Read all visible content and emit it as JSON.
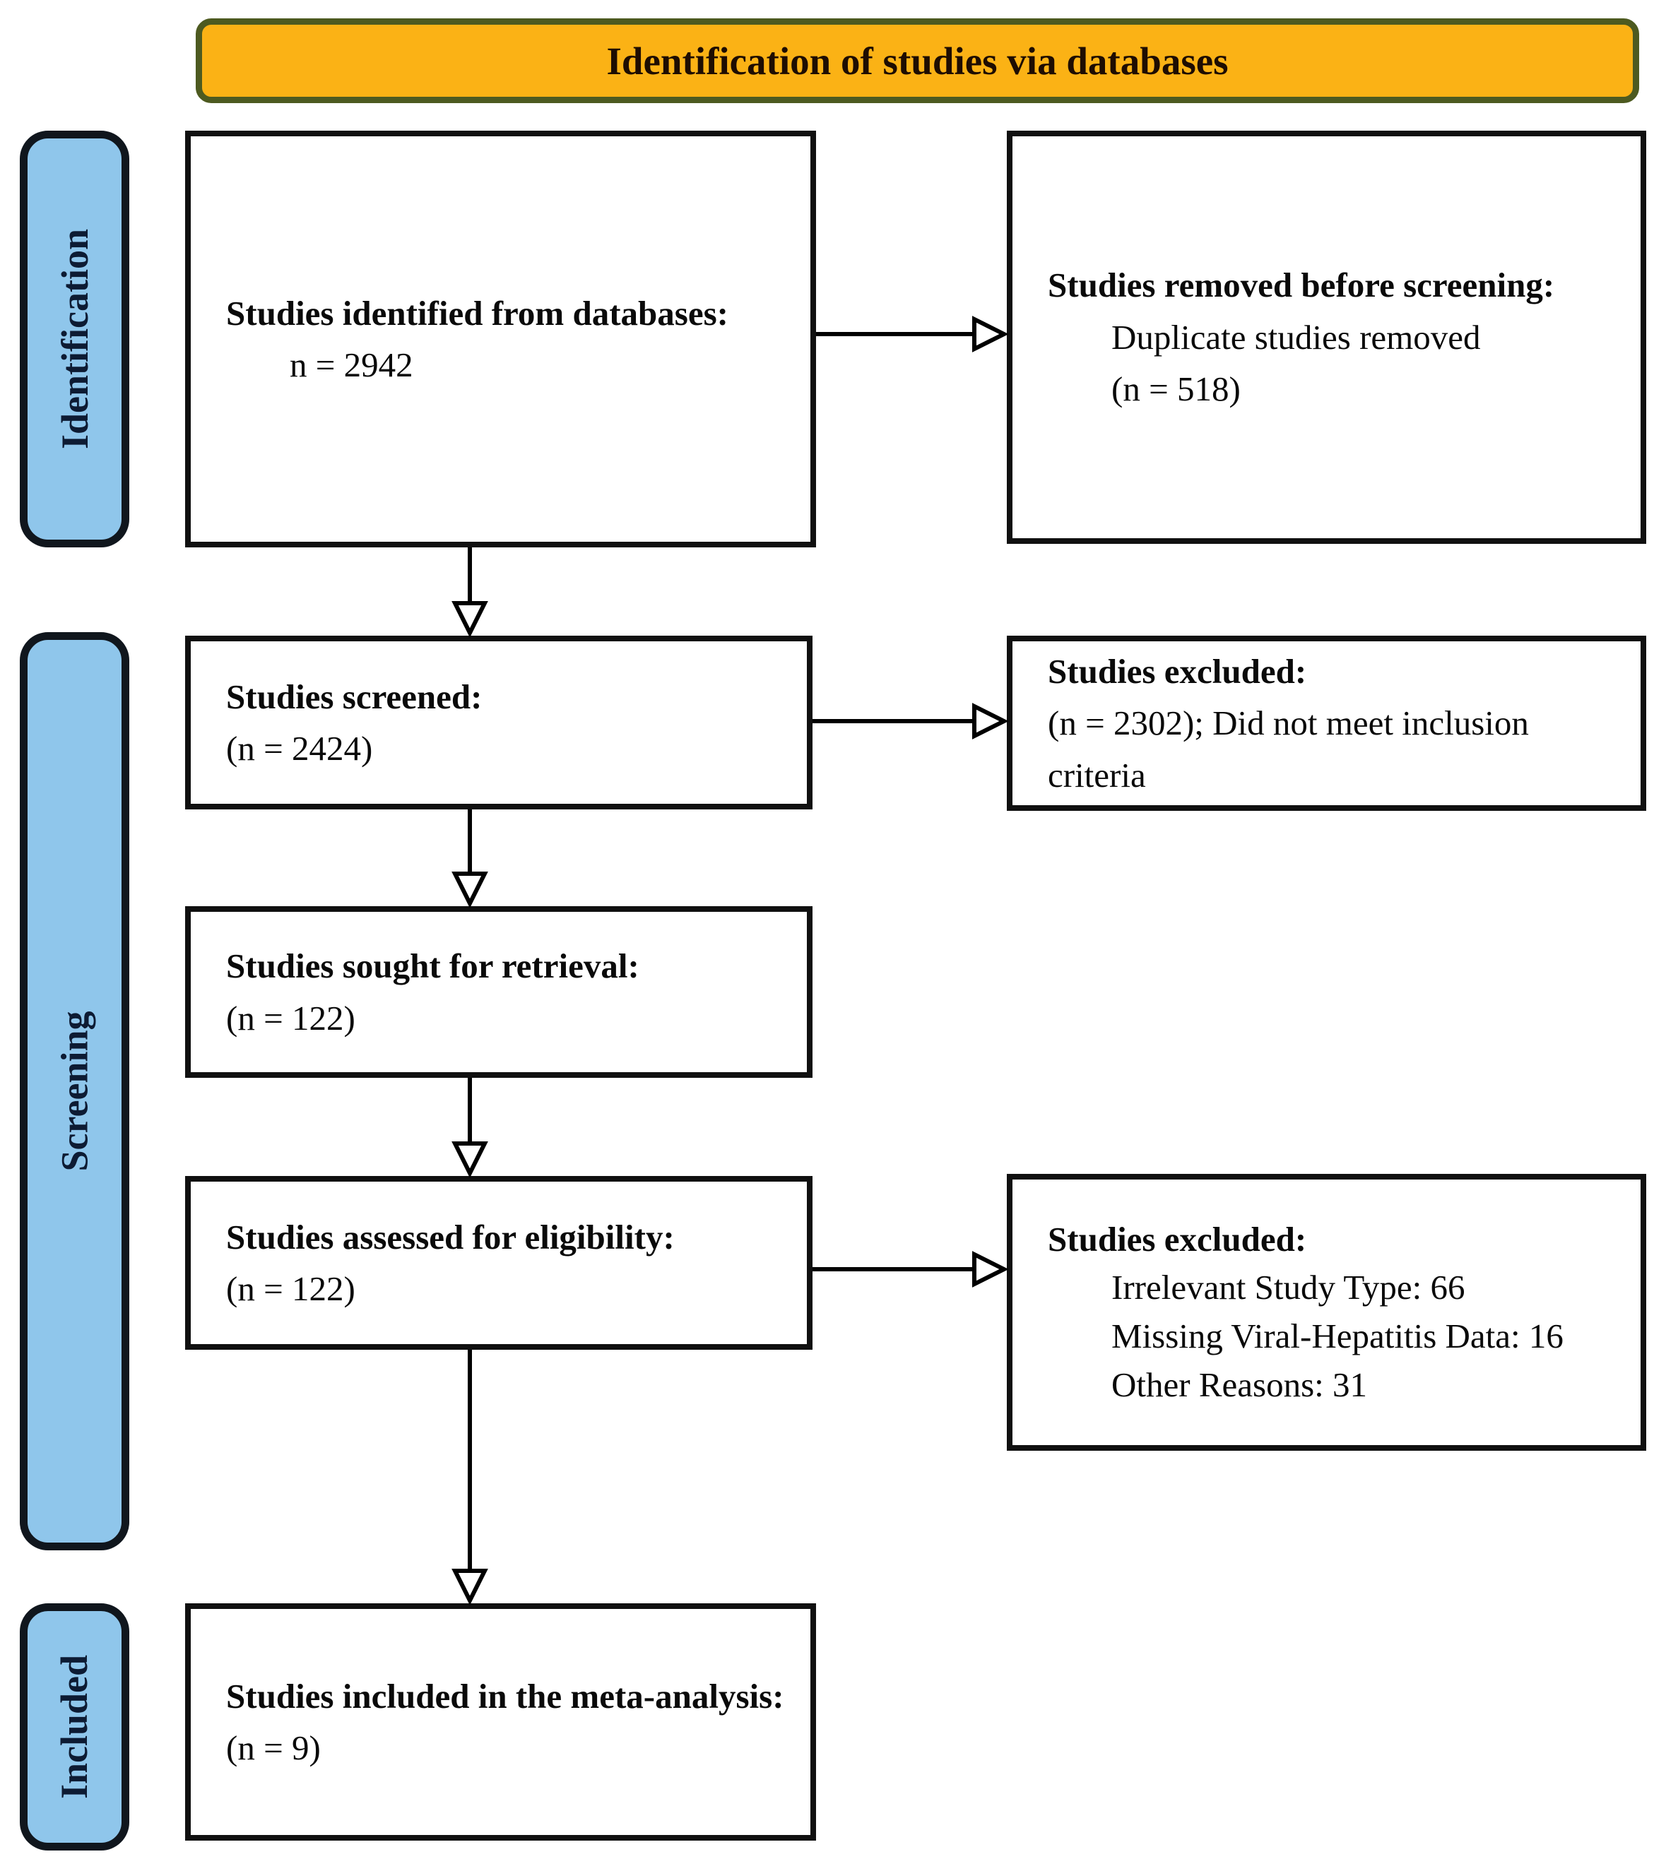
{
  "banner": {
    "label": "Identification of studies via databases"
  },
  "sidebar": {
    "identification": "Identification",
    "screening": "Screening",
    "included": "Included"
  },
  "flow": {
    "identified": {
      "heading": "Studies identified from databases:",
      "value": "n = 2942"
    },
    "screened": {
      "heading": "Studies screened:",
      "value": "(n = 2424)"
    },
    "retrieval": {
      "heading": "Studies sought for retrieval:",
      "value": "(n = 122)"
    },
    "eligibility": {
      "heading": "Studies assessed for eligibility:",
      "value": "(n = 122)"
    },
    "included": {
      "heading": "Studies included in the meta-analysis:",
      "value": "(n = 9)"
    }
  },
  "exclusions": {
    "removed_before_screening": {
      "heading": "Studies removed before screening:",
      "lines": [
        "Duplicate studies removed",
        "(n = 518)"
      ]
    },
    "excluded_screening": {
      "heading": "Studies excluded:",
      "body": "(n = 2302); Did not meet inclusion criteria"
    },
    "excluded_eligibility": {
      "heading": "Studies excluded:",
      "lines": [
        "Irrelevant Study Type: 66",
        "Missing Viral-Hepatitis Data: 16",
        "Other Reasons: 31"
      ]
    }
  },
  "colors": {
    "banner_fill": "#FBB215",
    "banner_border": "#4d5a20",
    "sidebar_fill": "#8FC6EB",
    "box_border": "#101010",
    "text": "#0a0a0a"
  }
}
